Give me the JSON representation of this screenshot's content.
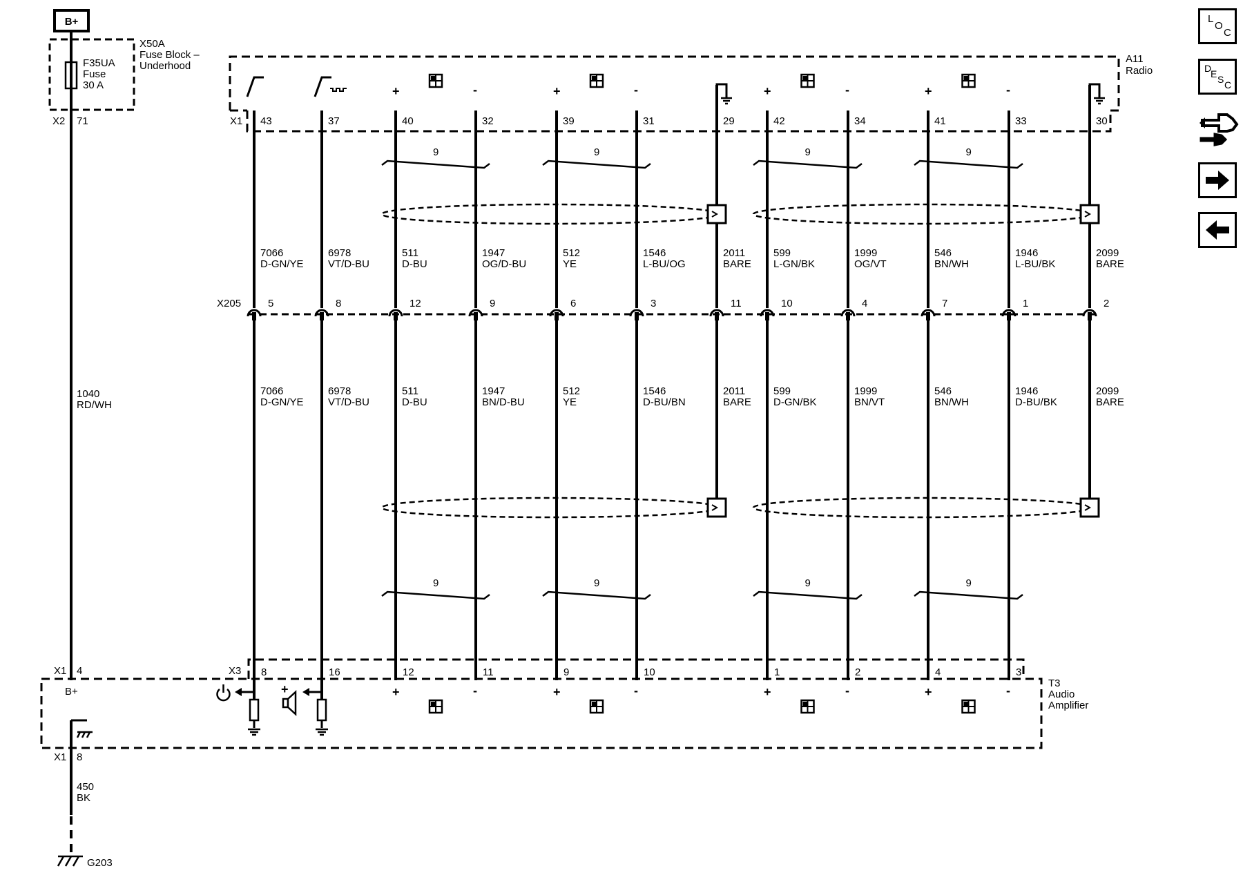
{
  "power_label": "B+",
  "fuse_block": {
    "name": "X50A",
    "desc1": "Fuse Block –",
    "desc2": "Underhood"
  },
  "fuse": {
    "name": "F35UA",
    "type": "Fuse",
    "rating": "30 A"
  },
  "radio": {
    "name": "A11",
    "desc": "Radio"
  },
  "amp": {
    "name": "T3",
    "desc1": "Audio",
    "desc2": "Amplifier"
  },
  "connectors": {
    "x2": "X2",
    "x1": "X1",
    "x205": "X205",
    "x3": "X3",
    "x1_amp": "X1"
  },
  "bplus": {
    "fuse_pin": "71",
    "circuit": "1040",
    "color": "RD/WH",
    "amp_pin": "4",
    "amp_label": "B+"
  },
  "ground": {
    "amp_pin": "8",
    "circuit": "450",
    "color": "BK",
    "point": "G203"
  },
  "twist_label": "9",
  "wires": [
    {
      "radio_pin": "43",
      "x205_pin": "5",
      "amp_pin": "8",
      "upper_circuit": "7066",
      "upper_color": "D-GN/YE",
      "lower_circuit": "7066",
      "lower_color": "D-GN/YE"
    },
    {
      "radio_pin": "37",
      "x205_pin": "8",
      "amp_pin": "16",
      "upper_circuit": "6978",
      "upper_color": "VT/D-BU",
      "lower_circuit": "6978",
      "lower_color": "VT/D-BU"
    },
    {
      "radio_pin": "40",
      "x205_pin": "12",
      "amp_pin": "12",
      "upper_circuit": "511",
      "upper_color": "D-BU",
      "lower_circuit": "511",
      "lower_color": "D-BU"
    },
    {
      "radio_pin": "32",
      "x205_pin": "9",
      "amp_pin": "11",
      "upper_circuit": "1947",
      "upper_color": "OG/D-BU",
      "lower_circuit": "1947",
      "lower_color": "BN/D-BU"
    },
    {
      "radio_pin": "39",
      "x205_pin": "6",
      "amp_pin": "9",
      "upper_circuit": "512",
      "upper_color": "YE",
      "lower_circuit": "512",
      "lower_color": "YE"
    },
    {
      "radio_pin": "31",
      "x205_pin": "3",
      "amp_pin": "10",
      "upper_circuit": "1546",
      "upper_color": "L-BU/OG",
      "lower_circuit": "1546",
      "lower_color": "D-BU/BN"
    },
    {
      "radio_pin": "29",
      "x205_pin": "11",
      "amp_pin": "",
      "upper_circuit": "2011",
      "upper_color": "BARE",
      "lower_circuit": "2011",
      "lower_color": "BARE"
    },
    {
      "radio_pin": "42",
      "x205_pin": "10",
      "amp_pin": "1",
      "upper_circuit": "599",
      "upper_color": "L-GN/BK",
      "lower_circuit": "599",
      "lower_color": "D-GN/BK"
    },
    {
      "radio_pin": "34",
      "x205_pin": "4",
      "amp_pin": "2",
      "upper_circuit": "1999",
      "upper_color": "OG/VT",
      "lower_circuit": "1999",
      "lower_color": "BN/VT"
    },
    {
      "radio_pin": "41",
      "x205_pin": "7",
      "amp_pin": "4",
      "upper_circuit": "546",
      "upper_color": "BN/WH",
      "lower_circuit": "546",
      "lower_color": "BN/WH"
    },
    {
      "radio_pin": "33",
      "x205_pin": "1",
      "amp_pin": "3",
      "upper_circuit": "1946",
      "upper_color": "L-BU/BK",
      "lower_circuit": "1946",
      "lower_color": "D-BU/BK"
    },
    {
      "radio_pin": "30",
      "x205_pin": "2",
      "amp_pin": "",
      "upper_circuit": "2099",
      "upper_color": "BARE",
      "lower_circuit": "2099",
      "lower_color": "BARE"
    }
  ],
  "nav": {
    "loc": [
      "L",
      "O",
      "C"
    ],
    "desc": [
      "D",
      "E",
      "S",
      "C"
    ],
    "icons": [
      "connector-icon",
      "arrow-right-icon",
      "arrow-left-icon"
    ]
  }
}
